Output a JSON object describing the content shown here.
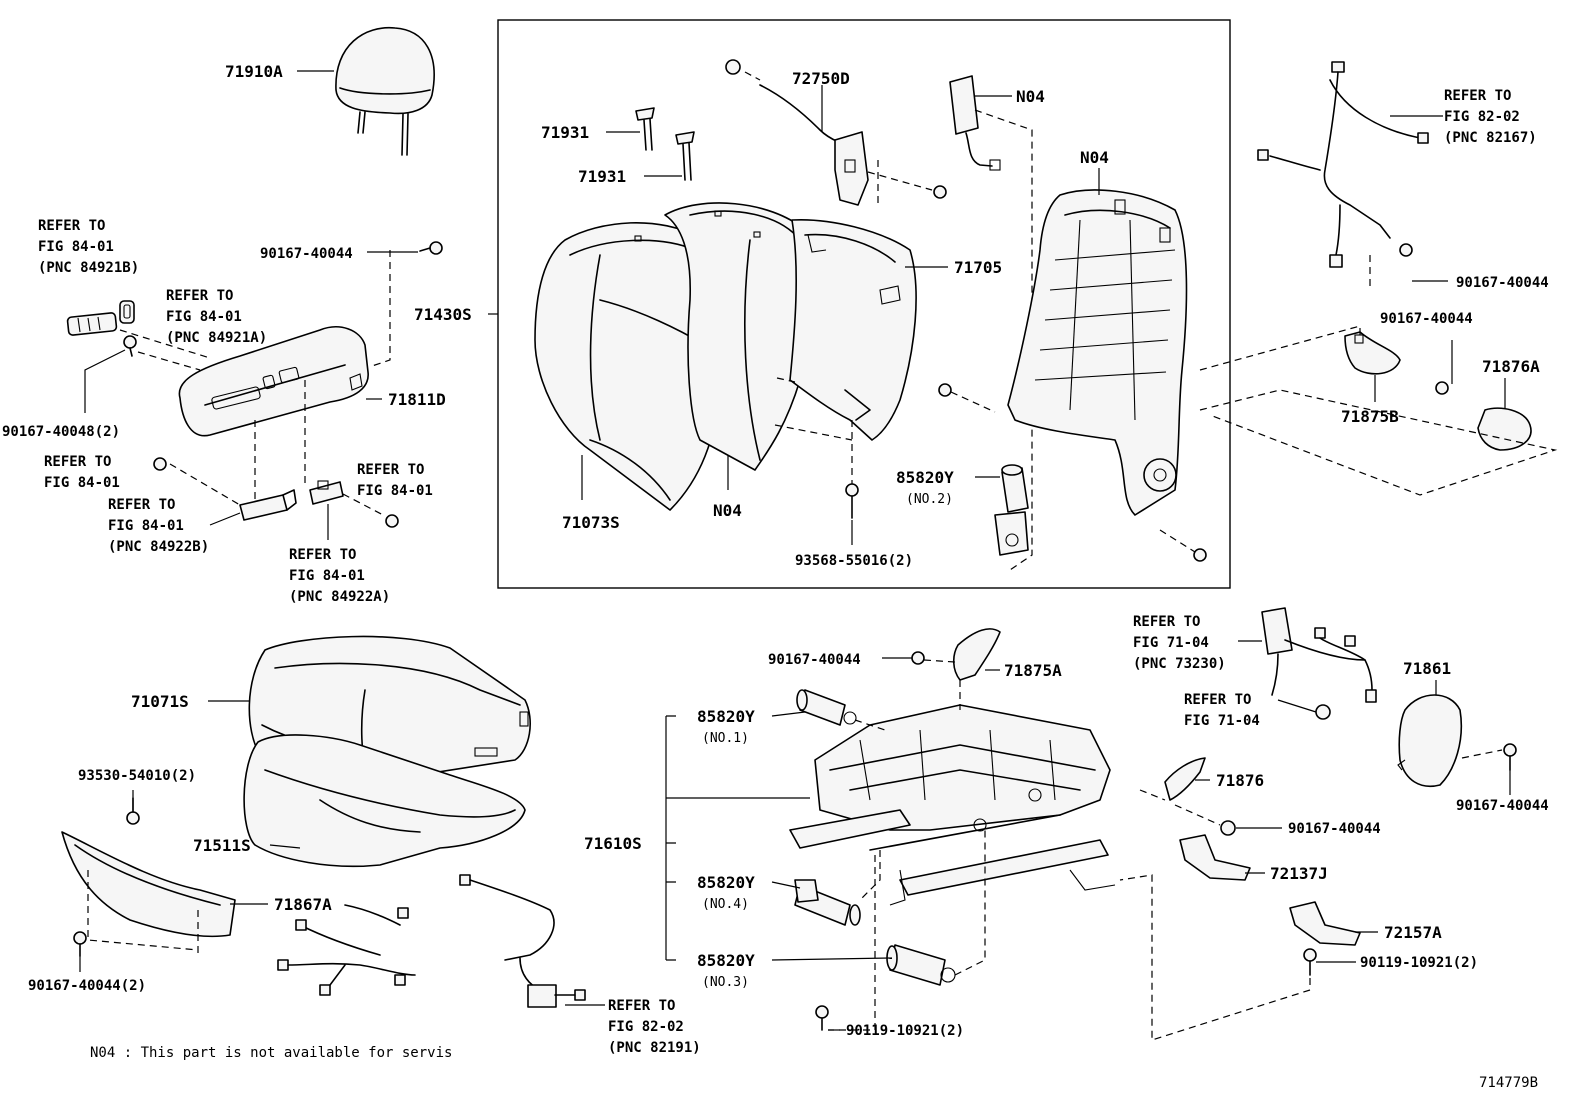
{
  "labels": {
    "headrest": "71910A",
    "refer_84921b": "REFER TO\nFIG 84-01\n(PNC 84921B)",
    "refer_84921a": "REFER TO\nFIG 84-01\n(PNC 84921A)",
    "bolt_40044_top": "90167-40044",
    "bolt_40048": "90167-40048(2)",
    "back_assy": "71430S",
    "shield_71811d": "71811D",
    "refer_fig8401_a": "REFER TO\nFIG 84-01",
    "refer_fig8401_b": "REFER TO\nFIG 84-01",
    "refer_84922b": "REFER TO\nFIG 84-01\n(PNC 84922B)",
    "refer_84922a": "REFER TO\nFIG 84-01\n(PNC 84922A)",
    "clip_71931_a": "71931",
    "clip_71931_b": "71931",
    "back_cover": "71073S",
    "n04_pad": "N04",
    "sensor_72750d": "72750D",
    "n04_airbag": "N04",
    "board_71705": "71705",
    "n04_frame": "N04",
    "motor_85820y_no2": "85820Y",
    "motor_no2_sub": "(NO.2)",
    "screw_93568": "93568-55016(2)",
    "refer_82167": "REFER TO\nFIG 82-02\n(PNC 82167)",
    "bolt_40044_right1": "90167-40044",
    "bolt_40044_right2": "90167-40044",
    "cover_71876a": "71876A",
    "cover_71875b": "71875B",
    "cushion_cover": "71071S",
    "clip_93530": "93530-54010(2)",
    "cushion_pad": "71511S",
    "shield_71867a": "71867A",
    "bolt_40044_2": "90167-40044(2)",
    "refer_82191": "REFER TO\nFIG 82-02\n(PNC 82191)",
    "bolt_40044_mid": "90167-40044",
    "cover_71875a": "71875A",
    "motor_85820y_no1": "85820Y",
    "motor_no1_sub": "(NO.1)",
    "adjuster_71610s": "71610S",
    "motor_85820y_no4": "85820Y",
    "motor_no4_sub": "(NO.4)",
    "motor_85820y_no3": "85820Y",
    "motor_no3_sub": "(NO.3)",
    "bolt_10921_a": "90119-10921(2)",
    "refer_73230": "REFER TO\nFIG 71-04\n(PNC 73230)",
    "refer_fig7104": "REFER TO\nFIG 71-04",
    "cover_71861": "71861",
    "bolt_40044_r3": "90167-40044",
    "cover_71876": "71876",
    "bolt_40044_r4": "90167-40044",
    "cover_72137j": "72137J",
    "cover_72157a": "72157A",
    "bolt_10921_b": "90119-10921(2)",
    "footnote": "N04 : This part is not available for servis",
    "figure_id": "714779B"
  }
}
